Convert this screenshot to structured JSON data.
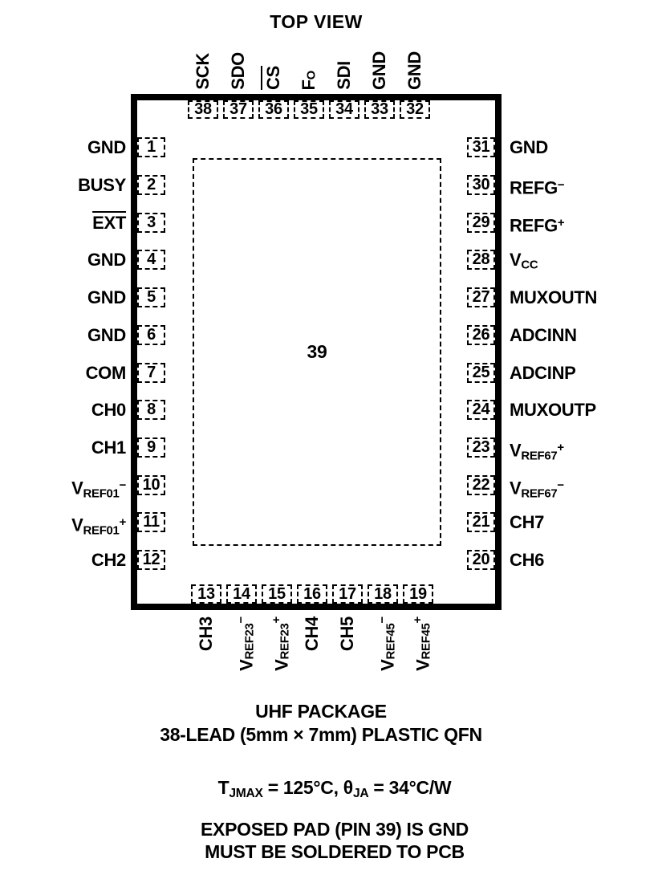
{
  "title": "TOP VIEW",
  "exposed_pad": {
    "num": "39"
  },
  "pins": {
    "top": [
      {
        "num": "38",
        "segments": [
          {
            "text": "SCK"
          }
        ]
      },
      {
        "num": "37",
        "segments": [
          {
            "text": "SDO"
          }
        ]
      },
      {
        "num": "36",
        "segments": [
          {
            "over": "CS"
          }
        ]
      },
      {
        "num": "35",
        "segments": [
          {
            "text": "F"
          },
          {
            "sub": "O"
          }
        ]
      },
      {
        "num": "34",
        "segments": [
          {
            "text": "SDI"
          }
        ]
      },
      {
        "num": "33",
        "segments": [
          {
            "text": "GND"
          }
        ]
      },
      {
        "num": "32",
        "segments": [
          {
            "text": "GND"
          }
        ]
      }
    ],
    "left": [
      {
        "num": "1",
        "segments": [
          {
            "text": "GND"
          }
        ]
      },
      {
        "num": "2",
        "segments": [
          {
            "text": "BUSY"
          }
        ]
      },
      {
        "num": "3",
        "segments": [
          {
            "over": "EXT"
          }
        ]
      },
      {
        "num": "4",
        "segments": [
          {
            "text": "GND"
          }
        ]
      },
      {
        "num": "5",
        "segments": [
          {
            "text": "GND"
          }
        ]
      },
      {
        "num": "6",
        "segments": [
          {
            "text": "GND"
          }
        ]
      },
      {
        "num": "7",
        "segments": [
          {
            "text": "COM"
          }
        ]
      },
      {
        "num": "8",
        "segments": [
          {
            "text": "CH0"
          }
        ]
      },
      {
        "num": "9",
        "segments": [
          {
            "text": "CH1"
          }
        ]
      },
      {
        "num": "10",
        "segments": [
          {
            "text": "V"
          },
          {
            "sub": "REF01"
          },
          {
            "sup": "−"
          }
        ]
      },
      {
        "num": "11",
        "segments": [
          {
            "text": "V"
          },
          {
            "sub": "REF01"
          },
          {
            "sup": "+"
          }
        ]
      },
      {
        "num": "12",
        "segments": [
          {
            "text": "CH2"
          }
        ]
      }
    ],
    "right": [
      {
        "num": "31",
        "segments": [
          {
            "text": "GND"
          }
        ]
      },
      {
        "num": "30",
        "segments": [
          {
            "text": "REFG"
          },
          {
            "sup": "−"
          }
        ]
      },
      {
        "num": "29",
        "segments": [
          {
            "text": "REFG"
          },
          {
            "sup": "+"
          }
        ]
      },
      {
        "num": "28",
        "segments": [
          {
            "text": "V"
          },
          {
            "sub": "CC"
          }
        ]
      },
      {
        "num": "27",
        "segments": [
          {
            "text": "MUXOUTN"
          }
        ]
      },
      {
        "num": "26",
        "segments": [
          {
            "text": "ADCINN"
          }
        ]
      },
      {
        "num": "25",
        "segments": [
          {
            "text": "ADCINP"
          }
        ]
      },
      {
        "num": "24",
        "segments": [
          {
            "text": "MUXOUTP"
          }
        ]
      },
      {
        "num": "23",
        "segments": [
          {
            "text": "V"
          },
          {
            "sub": "REF67"
          },
          {
            "sup": "+"
          }
        ]
      },
      {
        "num": "22",
        "segments": [
          {
            "text": "V"
          },
          {
            "sub": "REF67"
          },
          {
            "sup": "−"
          }
        ]
      },
      {
        "num": "21",
        "segments": [
          {
            "text": "CH7"
          }
        ]
      },
      {
        "num": "20",
        "segments": [
          {
            "text": "CH6"
          }
        ]
      }
    ],
    "bottom": [
      {
        "num": "13",
        "segments": [
          {
            "text": "CH3"
          }
        ]
      },
      {
        "num": "14",
        "segments": [
          {
            "text": "V"
          },
          {
            "sub": "REF23"
          },
          {
            "sup": "−"
          }
        ]
      },
      {
        "num": "15",
        "segments": [
          {
            "text": "V"
          },
          {
            "sub": "REF23"
          },
          {
            "sup": "+"
          }
        ]
      },
      {
        "num": "16",
        "segments": [
          {
            "text": "CH4"
          }
        ]
      },
      {
        "num": "17",
        "segments": [
          {
            "text": "CH5"
          }
        ]
      },
      {
        "num": "18",
        "segments": [
          {
            "text": "V"
          },
          {
            "sub": "REF45"
          },
          {
            "sup": "−"
          }
        ]
      },
      {
        "num": "19",
        "segments": [
          {
            "text": "V"
          },
          {
            "sub": "REF45"
          },
          {
            "sup": "+"
          }
        ]
      }
    ]
  },
  "package": {
    "line1": "UHF PACKAGE",
    "line2": "38-LEAD (5mm × 7mm) PLASTIC QFN"
  },
  "notes": {
    "thermal_segments": [
      {
        "text": "T"
      },
      {
        "sub": "JMAX"
      },
      {
        "text": " = 125°C, θ"
      },
      {
        "sub": "JA"
      },
      {
        "text": " = 34°C/W"
      }
    ],
    "line2": "EXPOSED PAD (PIN 39) IS GND",
    "line3": "MUST BE SOLDERED TO PCB"
  }
}
